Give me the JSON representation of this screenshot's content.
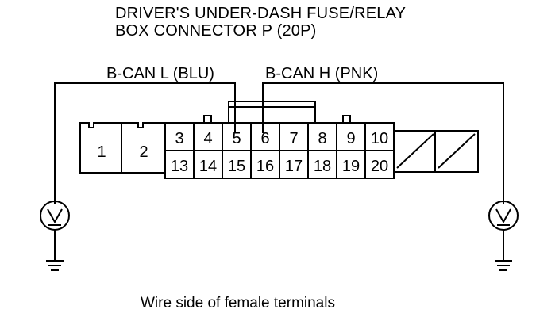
{
  "title": {
    "line1": "DRIVER'S UNDER-DASH FUSE/RELAY",
    "line2": "BOX CONNECTOR P (20P)"
  },
  "labels": {
    "bcan_l": "B-CAN L (BLU)",
    "bcan_h": "B-CAN H (PNK)"
  },
  "connector": {
    "large_terminals": [
      "1",
      "2"
    ],
    "top_row": [
      "3",
      "4",
      "5",
      "6",
      "7",
      "8",
      "9",
      "10"
    ],
    "bottom_row": [
      "13",
      "14",
      "15",
      "16",
      "17",
      "18",
      "19",
      "20"
    ]
  },
  "caption": "Wire side of female terminals",
  "icons": [
    "voltmeter-icon",
    "ground-icon"
  ]
}
